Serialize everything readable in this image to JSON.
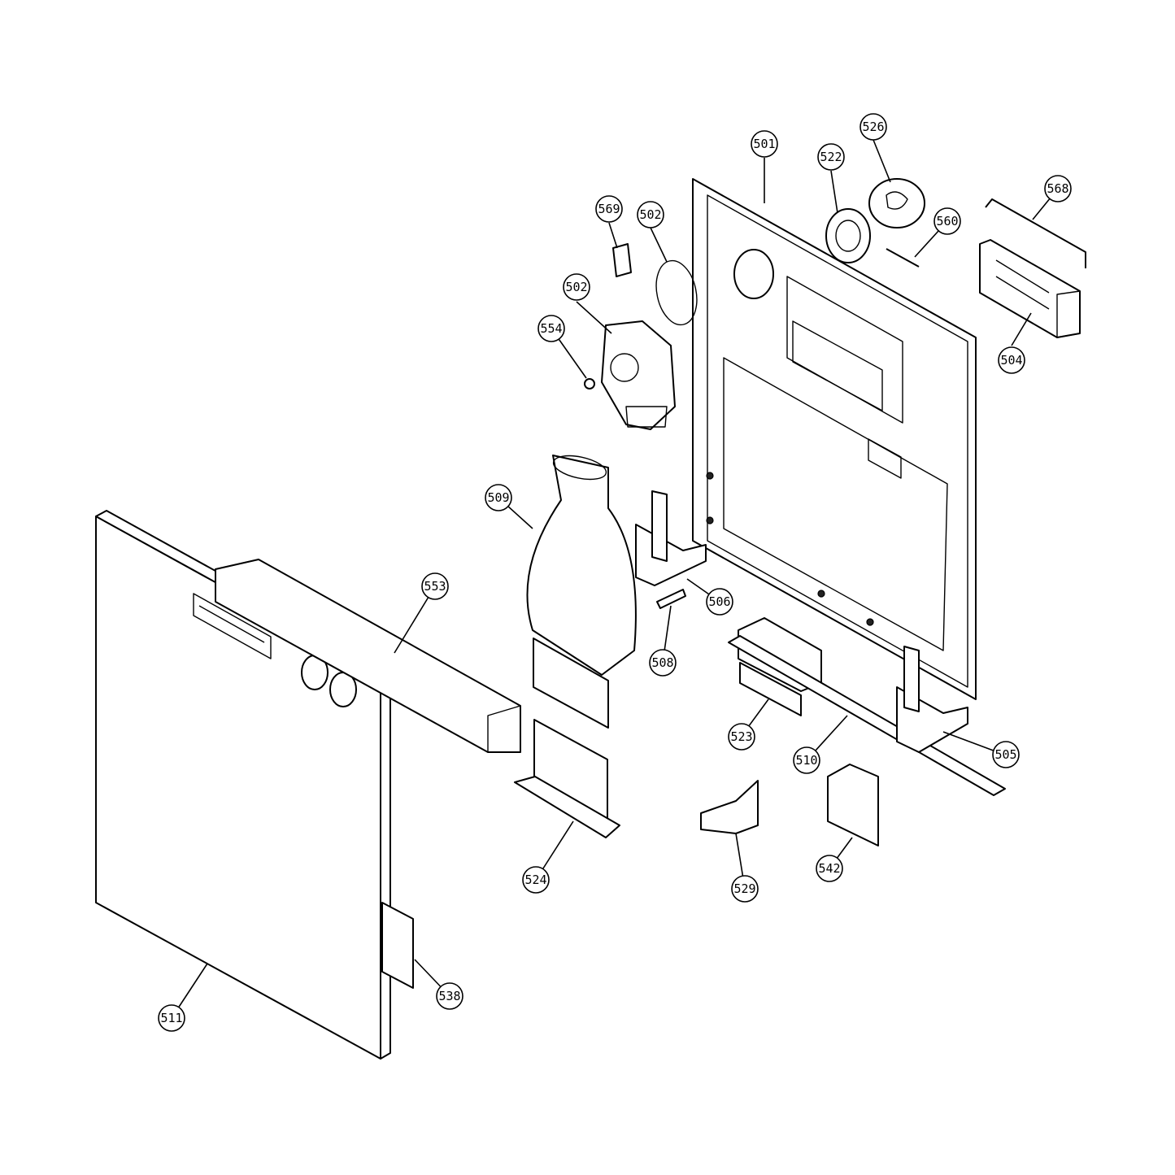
{
  "callouts": [
    {
      "id": "c501",
      "label": "501"
    },
    {
      "id": "c522",
      "label": "522"
    },
    {
      "id": "c526",
      "label": "526"
    },
    {
      "id": "c568",
      "label": "568"
    },
    {
      "id": "c569",
      "label": "569"
    },
    {
      "id": "c502a",
      "label": "502"
    },
    {
      "id": "c560",
      "label": "560"
    },
    {
      "id": "c502b",
      "label": "502"
    },
    {
      "id": "c554",
      "label": "554"
    },
    {
      "id": "c504",
      "label": "504"
    },
    {
      "id": "c509",
      "label": "509"
    },
    {
      "id": "c553",
      "label": "553"
    },
    {
      "id": "c506",
      "label": "506"
    },
    {
      "id": "c508",
      "label": "508"
    },
    {
      "id": "c523",
      "label": "523"
    },
    {
      "id": "c510",
      "label": "510"
    },
    {
      "id": "c505",
      "label": "505"
    },
    {
      "id": "c524",
      "label": "524"
    },
    {
      "id": "c542",
      "label": "542"
    },
    {
      "id": "c529",
      "label": "529"
    },
    {
      "id": "c538",
      "label": "538"
    },
    {
      "id": "c511",
      "label": "511"
    }
  ]
}
